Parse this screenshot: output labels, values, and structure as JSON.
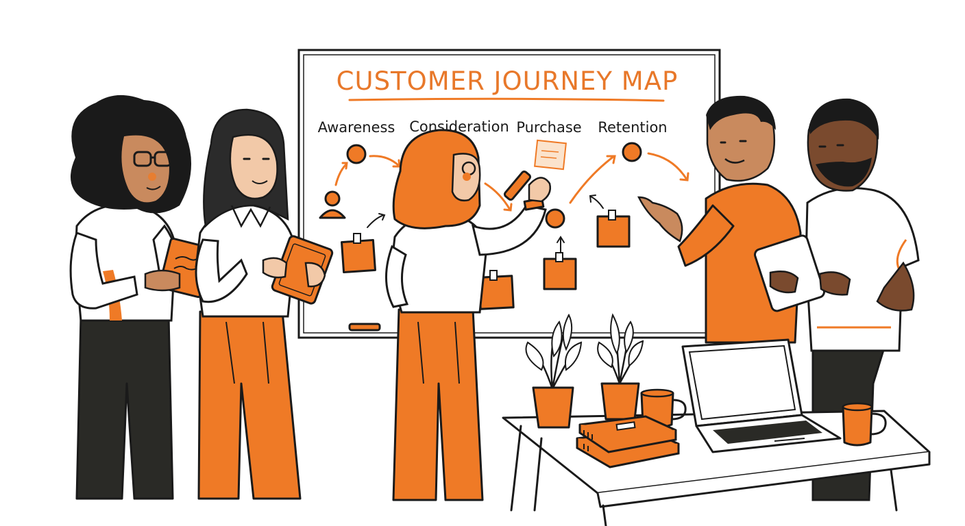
{
  "whiteboard": {
    "title": "CUSTOMER JOURNEY MAP",
    "stages": [
      "Awareness",
      "Consideration",
      "Purchase",
      "Retention"
    ]
  },
  "colors": {
    "accent": "#ef7a26",
    "ink": "#1a1a1a",
    "dark_pants": "#2a2a26",
    "skin_light": "#f2c9a8",
    "skin_medium": "#c98a5e",
    "skin_dark": "#7a4a2e",
    "background": "#ffffff"
  },
  "icons": [
    "person-icon",
    "sticky-note-icon",
    "marker-icon",
    "laptop-icon",
    "mug-icon",
    "plant-icon",
    "notebook-icon",
    "tablet-icon"
  ]
}
